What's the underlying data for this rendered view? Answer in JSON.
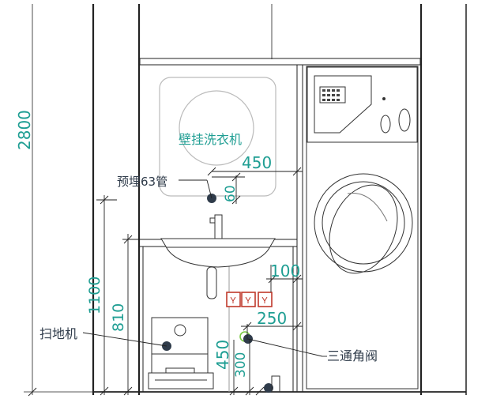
{
  "colors": {
    "dimension_text": "#1f9e93",
    "label_text": "#2f3b4a",
    "line": "#222222",
    "outlet": "#c0392b",
    "valve": "#7ac943"
  },
  "labels": {
    "wall_washer": "壁挂洗衣机",
    "embedded_pipe": "预埋63管",
    "robot_vacuum": "扫地机",
    "tee_valve": "三通角阀"
  },
  "dimensions": {
    "height_total": "2800",
    "height_1100": "1100",
    "height_810": "810",
    "width_450": "450",
    "height_60": "60",
    "width_100": "100",
    "width_250": "250",
    "height_450": "450",
    "height_300": "300"
  },
  "icons": {
    "outlet": "power-outlet-icon",
    "valve": "angle-valve-icon",
    "washer": "front-load-washer-icon",
    "basin": "wash-basin-icon",
    "robot": "robot-vacuum-icon"
  }
}
